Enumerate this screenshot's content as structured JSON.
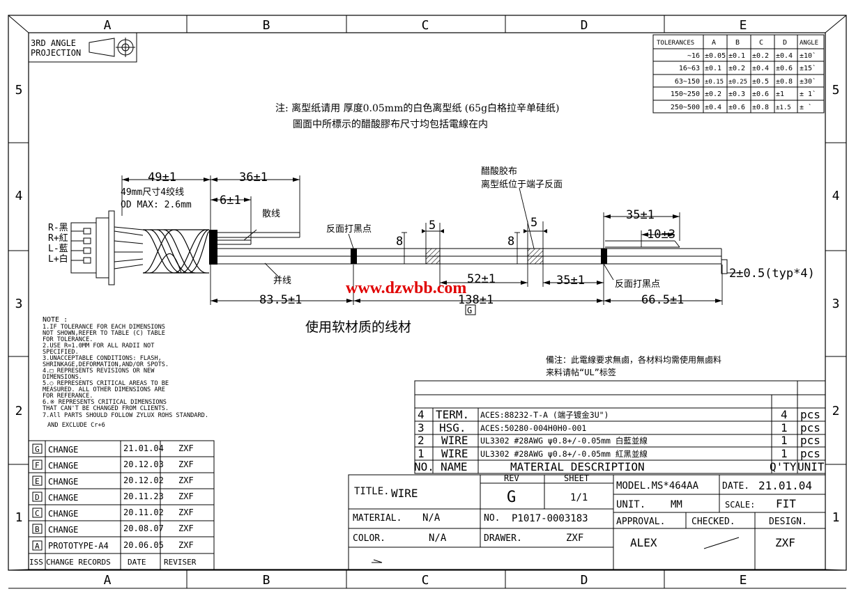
{
  "frame": {
    "columns": [
      "A",
      "B",
      "C",
      "D",
      "E"
    ],
    "rows": [
      "5",
      "4",
      "3",
      "2",
      "1"
    ]
  },
  "projection": {
    "line1": "3RD ANGLE",
    "line2": "PROJECTION"
  },
  "tolerances": {
    "headers": [
      "TOLERANCES",
      "A",
      "B",
      "C",
      "D",
      "ANGLE"
    ],
    "rows": [
      [
        "~16",
        "±0.05",
        "±0.1",
        "±0.2",
        "±0.4",
        "±10`"
      ],
      [
        "16~63",
        "±0.1",
        "±0.2",
        "±0.4",
        "±0.6",
        "±15`"
      ],
      [
        "63~150",
        "±0.15",
        "±0.25",
        "±0.5",
        "±0.8",
        "±30`"
      ],
      [
        "150~250",
        "±0.2",
        "±0.3",
        "±0.6",
        "±1",
        "± 1`"
      ],
      [
        "250~500",
        "±0.4",
        "±0.6",
        "±0.8",
        "±1.5",
        "± `"
      ]
    ]
  },
  "notes_cn": {
    "line1": "注: 离型纸请用 厚度0.05mm的白色离型纸 (65g白格拉辛单硅纸)",
    "line2": "圖面中所標示的醋酸膠布尺寸均包括電線在内"
  },
  "drawing": {
    "dim_49": "49±1",
    "dim_36": "36±1",
    "dim_6": "6±1",
    "twist_note1": "49mm尺寸4绞线",
    "twist_note2": "OD MAX: 2.6mm",
    "loose_wire": "散线",
    "pins": [
      "R-黑",
      "R+紅",
      "L-藍",
      "L+白"
    ],
    "mark1": "反面打黑点",
    "tape_label1": "醋酸胶布",
    "tape_label2": "离型纸位于端子反面",
    "dim_5a": "5",
    "dim_5b": "5",
    "dim_8a": "8",
    "dim_8b": "8",
    "dim_35a": "35±1",
    "dim_10": "10±3",
    "dim_2": "2±0.5(typ*4)",
    "dim_52": "52±1",
    "dim_35b": "35±1",
    "mark2": "反面打黑点",
    "parallel": "并线",
    "dim_83": "83.5±1",
    "dim_138": "138±1",
    "dim_138_flag": "G",
    "dim_66": "66.5±1",
    "watermark": "www.dzwbb.com",
    "soft_wire": "使用软材质的线材"
  },
  "notes_en": {
    "title": "NOTE :",
    "lines": [
      "1.IF TOLERANCE FOR EACH DIMENSIONS",
      "NOT SHOWN,REFER TO TABLE (C) TABLE",
      "FOR TOLERANCE.",
      "2.USE R=1.0MM FOR ALL RADII NOT",
      "SPECIFIED.",
      "3.UNACCEPTABLE CONDITIONS: FLASH,",
      "SHRINKAGE,DEFORMATION,AND/OR SPOTS.",
      "4.□ REPRESENTS REVISIONS OR NEW",
      "DIMENSIONS.",
      "5.○ REPRESENTS CRITICAL AREAS TO BE",
      "MEASURED. ALL OTHER DIMENSIONS ARE",
      "FOR REFERANCE.",
      "6.※ REPRESENTS CRITICAL DIMENSIONS",
      "THAT CAN'T BE CHANGED FROM CLIENTS.",
      "7.All PARTS SHOULD FOLLOW ZYLUX ROHS STANDARD.",
      "AND EXCLUDE Cr+6"
    ]
  },
  "remarks": {
    "line1": "備注：此電線要求無鹵，各材料均需使用無鹵料",
    "line2": "来料请帖“UL”标签"
  },
  "bom": {
    "rows": [
      {
        "no": "4",
        "name": "TERM.",
        "desc": "ACES:88232-T-A (端子镀金3U\")",
        "qty": "4",
        "unit": "pcs"
      },
      {
        "no": "3",
        "name": "HSG.",
        "desc": "ACES:50280-004H0H0-001",
        "qty": "1",
        "unit": "pcs"
      },
      {
        "no": "2",
        "name": "WIRE",
        "desc": "UL3302 #28AWG ψ0.8+/-0.05mm    白藍並線",
        "qty": "1",
        "unit": "pcs"
      },
      {
        "no": "1",
        "name": "WIRE",
        "desc": "UL3302 #28AWG ψ0.8+/-0.05mm    紅黑並線",
        "qty": "1",
        "unit": "pcs"
      }
    ],
    "header": {
      "no": "NO.",
      "name": "NAME",
      "desc": "MATERIAL  DESCRIPTION",
      "qty": "Q'TY",
      "unit": "UNIT"
    }
  },
  "revisions": {
    "rows": [
      {
        "rev": "G",
        "desc": "CHANGE",
        "date": "21.01.04",
        "by": "ZXF"
      },
      {
        "rev": "F",
        "desc": "CHANGE",
        "date": "20.12.03",
        "by": "ZXF"
      },
      {
        "rev": "E",
        "desc": "CHANGE",
        "date": "20.12.02",
        "by": "ZXF"
      },
      {
        "rev": "D",
        "desc": "CHANGE",
        "date": "20.11.23",
        "by": "ZXF"
      },
      {
        "rev": "C",
        "desc": "CHANGE",
        "date": "20.11.02",
        "by": "ZXF"
      },
      {
        "rev": "B",
        "desc": "CHANGE",
        "date": "20.08.07",
        "by": "ZXF"
      },
      {
        "rev": "A",
        "desc": "PROTOTYPE-A4",
        "date": "20.06.05",
        "by": "ZXF"
      }
    ],
    "header": {
      "rev": "ISS",
      "desc": "CHANGE RECORDS",
      "date": "DATE",
      "by": "REVISER"
    }
  },
  "titleblock": {
    "title_label": "TITLE.",
    "title": "WIRE",
    "rev_label": "REV",
    "rev": "G",
    "sheet_label": "SHEET",
    "sheet": "1/1",
    "model": "MODEL.MS*464AA",
    "date_label": "DATE.",
    "date": "21.01.04",
    "unit_label": "UNIT.",
    "unit": "MM",
    "scale_label": "SCALE:",
    "scale": "FIT",
    "material_label": "MATERIAL.",
    "material": "N/A",
    "no_label": "NO.",
    "no": "P1017-0003183",
    "approval_label": "APPROVAL.",
    "checked_label": "CHECKED.",
    "design_label": "DESIGN.",
    "color_label": "COLOR.",
    "color": "N/A",
    "drawer_label": "DRAWER.",
    "drawer": "ZXF",
    "approval": "ALEX",
    "design": "ZXF"
  }
}
